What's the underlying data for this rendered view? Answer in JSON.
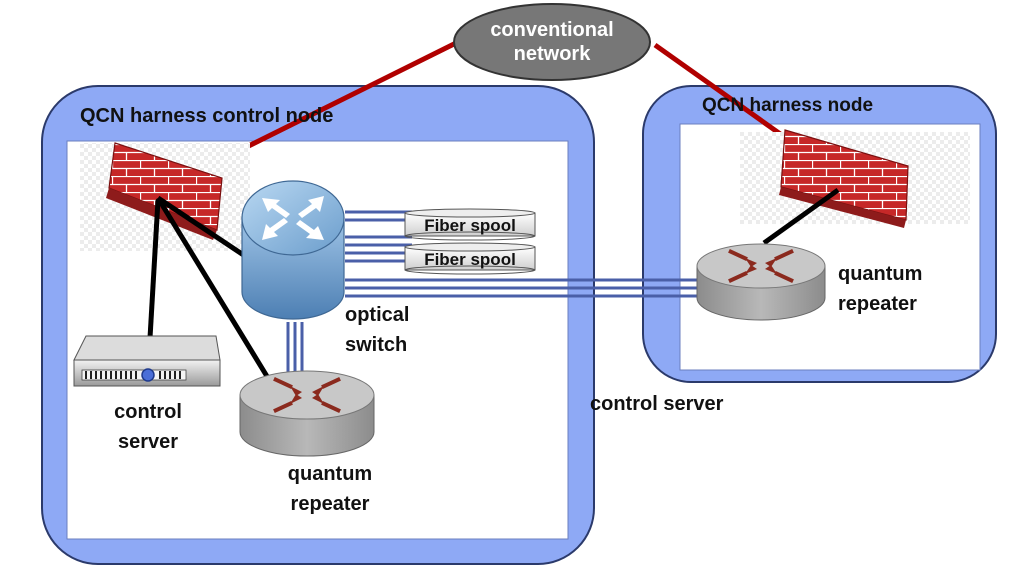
{
  "colors": {
    "node_fill": "#8ea9f5",
    "node_stroke": "#2b3a6b",
    "link_red": "#b00000",
    "link_blue": "#4a5fa8",
    "cloud_fill": "#777777"
  },
  "cloud": {
    "line1": "conventional",
    "line2": "network"
  },
  "left_node": {
    "title": "QCN harness control node",
    "spools": [
      "Fiber spool",
      "Fiber spool"
    ],
    "switch_label": [
      "optical",
      "switch"
    ],
    "server_label": [
      "control",
      "server"
    ],
    "repeater_label": [
      "quantum",
      "repeater"
    ]
  },
  "right_node": {
    "title": "QCN harness node",
    "repeater_label": [
      "quantum",
      "repeater"
    ]
  },
  "between_label": "control server",
  "icons": [
    "firewall-icon",
    "optical-switch-icon",
    "server-icon",
    "router-icon"
  ]
}
